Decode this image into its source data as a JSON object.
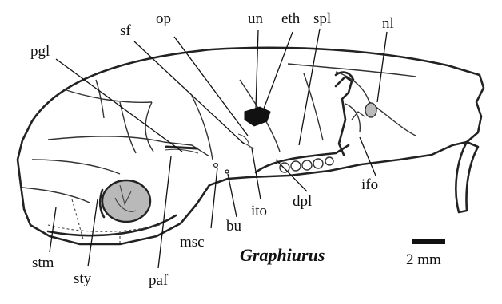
{
  "figure": {
    "taxon": "Graphiurus",
    "scale_bar_label": "2 mm",
    "labels": {
      "un": "un",
      "eth": "eth",
      "spl": "spl",
      "nl": "nl",
      "op": "op",
      "sf": "sf",
      "pgl": "pgl",
      "ifo": "ifo",
      "dpl": "dpl",
      "ito": "ito",
      "bu": "bu",
      "msc": "msc",
      "paf": "paf",
      "stm": "stm",
      "sty": "sty"
    }
  },
  "colors": {
    "ink": "#111111",
    "ethmoid_fill": "#111111",
    "bulla_fill": "#b9b9b9"
  }
}
